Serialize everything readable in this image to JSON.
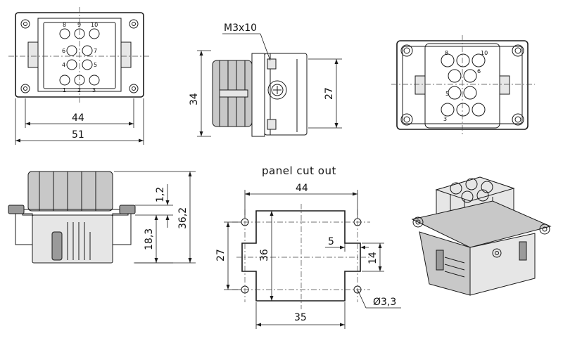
{
  "title": "panel cut out",
  "dimensions": {
    "front_width_inner": "44",
    "front_width_outer": "51",
    "screw_label": "M3x10",
    "side_height_outer": "34",
    "side_height_inner": "27",
    "bottom_height_total": "36,2",
    "bottom_height_small": "1,2",
    "bottom_height_mid": "18,3",
    "cutout_width_top": "44",
    "cutout_height_left": "27",
    "cutout_height_inner": "36",
    "cutout_notch_width": "5",
    "cutout_notch_height": "14",
    "cutout_width_bottom": "35",
    "hole_diameter": "Ø3,3"
  },
  "pin_numbers": [
    "8",
    "9",
    "10",
    "6",
    "7",
    "4",
    "5",
    "1",
    "2",
    "3"
  ],
  "rear_pin_numbers": [
    "8",
    "10",
    "6",
    "5",
    "3"
  ],
  "colors": {
    "line": "#1a1a1a",
    "fill": "#c8c8c8",
    "background": "#ffffff"
  }
}
